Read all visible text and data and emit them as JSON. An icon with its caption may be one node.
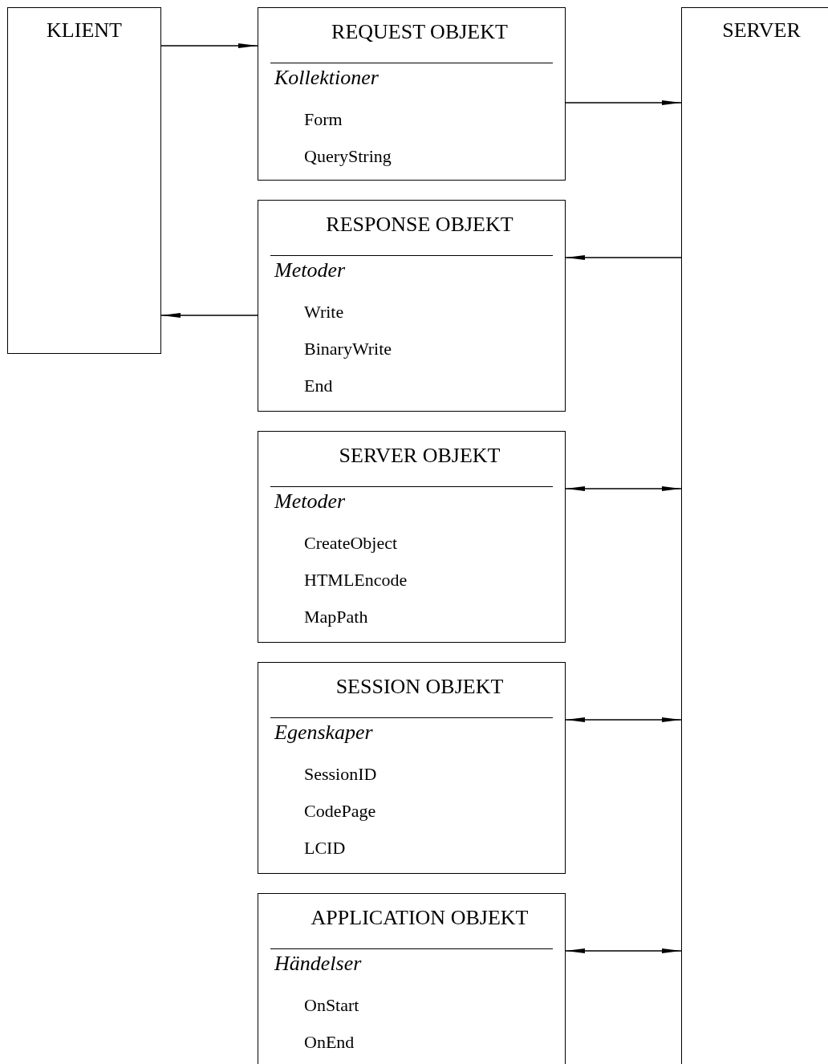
{
  "diagram": {
    "nodes": [
      {
        "text": [
          "KLIENT"
        ]
      },
      {
        "text": [
          "REQUEST OBJEKT",
          "Kollektioner",
          "Form",
          "QueryString"
        ]
      },
      {
        "text": [
          "RESPONSE OBJEKT",
          "Metoder",
          "Write",
          "BinaryWrite",
          "End"
        ]
      },
      {
        "text": [
          "SERVER OBJEKT",
          "Metoder",
          "CreateObject",
          "HTMLEncode",
          "MapPath"
        ]
      },
      {
        "text": [
          "SESSION OBJEKT",
          "Egenskaper",
          "SessionID",
          "CodePage",
          "LCID"
        ]
      },
      {
        "text": [
          "APPLICATION OBJEKT",
          "Händelser",
          "OnStart",
          "OnEnd"
        ]
      },
      {
        "text": [
          "SERVER"
        ]
      }
    ],
    "edges": [
      {
        "from": 0,
        "to": 1,
        "arrow": "to"
      },
      {
        "from": 1,
        "to": 6,
        "arrow": "to"
      },
      {
        "from": 6,
        "to": 2,
        "arrow": "to"
      },
      {
        "from": 2,
        "to": 0,
        "arrow": "to"
      },
      {
        "from": 3,
        "to": 6,
        "arrow": "both"
      },
      {
        "from": 4,
        "to": 6,
        "arrow": "both"
      },
      {
        "from": 5,
        "to": 6,
        "arrow": "both"
      }
    ]
  }
}
